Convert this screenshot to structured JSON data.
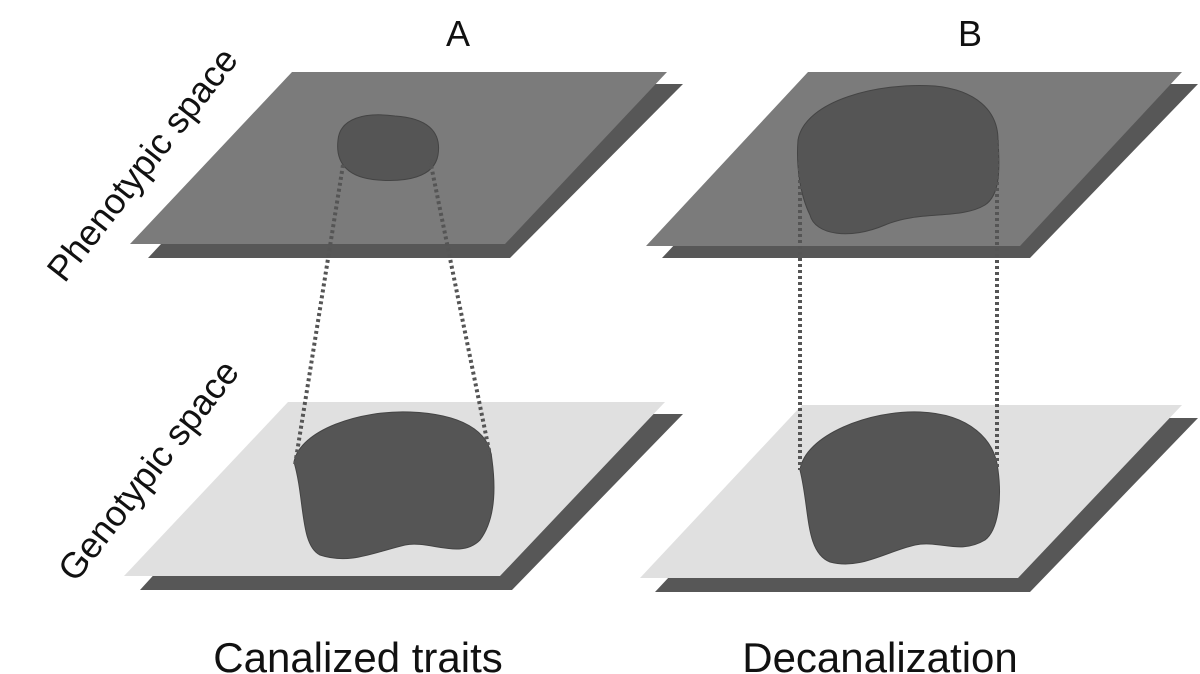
{
  "panels": [
    {
      "letter": "A",
      "caption": "Canalized traits"
    },
    {
      "letter": "B",
      "caption": "Decanalization"
    }
  ],
  "axis_labels": {
    "phenotypic": "Phenotypic space",
    "genotypic": "Genotypic space"
  },
  "colors": {
    "phenotypic_plane": "#7b7b7b",
    "genotypic_plane": "#e0e0e0",
    "plane_shadow": "#575757",
    "blob": "#555555",
    "dotted_line": "#555555"
  }
}
